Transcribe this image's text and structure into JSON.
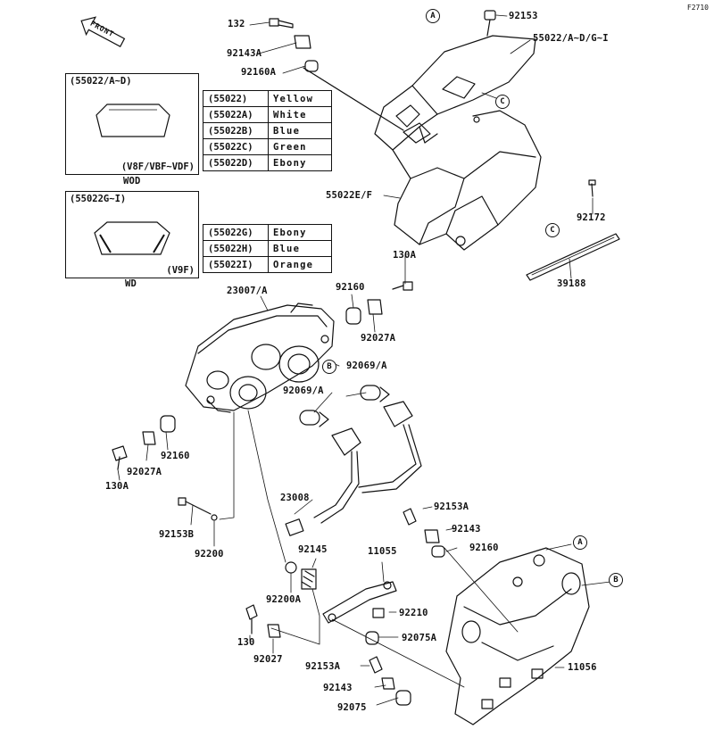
{
  "figure_id": "F2710",
  "front_label": "FRONT",
  "box_a": {
    "caption": "(55022/A~D)",
    "model_note": "(V8F/VBF~VDF)",
    "under_label": "WOD",
    "colors": [
      {
        "code": "(55022)",
        "color": "Yellow"
      },
      {
        "code": "(55022A)",
        "color": "White"
      },
      {
        "code": "(55022B)",
        "color": "Blue"
      },
      {
        "code": "(55022C)",
        "color": "Green"
      },
      {
        "code": "(55022D)",
        "color": "Ebony"
      }
    ]
  },
  "box_b": {
    "caption": "(55022G~I)",
    "model_note": "(V9F)",
    "under_label": "WD",
    "colors": [
      {
        "code": "(55022G)",
        "color": "Ebony"
      },
      {
        "code": "(55022H)",
        "color": "Blue"
      },
      {
        "code": "(55022I)",
        "color": "Orange"
      }
    ]
  },
  "parts": {
    "p132": "132",
    "p92143A": "92143A",
    "p92160A": "92160A",
    "p92153_top": "92153",
    "p55022": "55022/A~D/G~I",
    "p55022EF": "55022E/F",
    "p92172": "92172",
    "p39188": "39188",
    "p130A_top": "130A",
    "p23007": "23007/A",
    "p92160_mid": "92160",
    "p92027A_mid": "92027A",
    "p92069A_r": "92069/A",
    "p92069A_l": "92069/A",
    "p92160_left": "92160",
    "p92027A_left": "92027A",
    "p130A_left": "130A",
    "p23008": "23008",
    "p92153B": "92153B",
    "p92200": "92200",
    "p92145": "92145",
    "p11055": "11055",
    "p92153A_r": "92153A",
    "p92143_r": "92143",
    "p92160_r": "92160",
    "p92200A": "92200A",
    "p92210": "92210",
    "p130": "130",
    "p92027": "92027",
    "p92075A": "92075A",
    "p92153A_b": "92153A",
    "p92143_b": "92143",
    "p92075": "92075",
    "p11056": "11056"
  },
  "callouts": {
    "a_top": "A",
    "b_headlight": "B",
    "c_cowl": "C",
    "c_strip": "C",
    "a_bracket": "A",
    "b_bracket": "B"
  }
}
